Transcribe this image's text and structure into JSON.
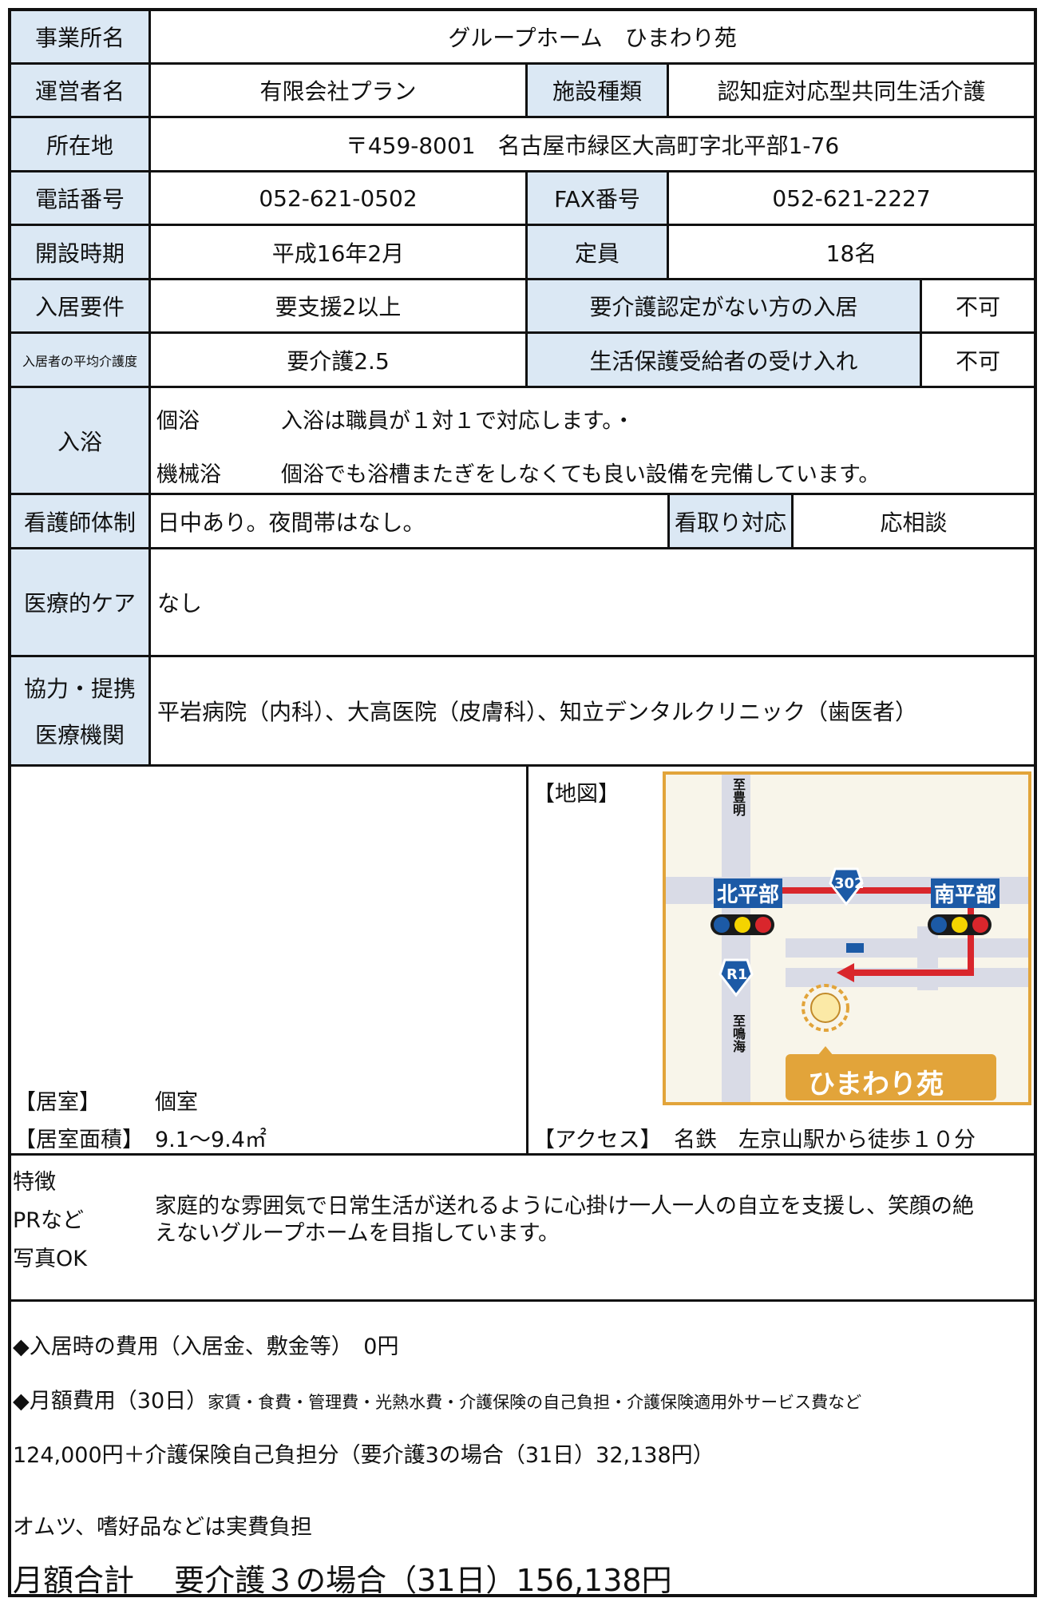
{
  "facility": {
    "name_label": "事業所名",
    "name_value": "グループホーム　ひまわり苑",
    "operator_label": "運営者名",
    "operator_value": "有限会社プラン",
    "type_label": "施設種類",
    "type_value": "認知症対応型共同生活介護",
    "address_label": "所在地",
    "address_value": "〒459-8001　名古屋市緑区大高町字北平部1-76",
    "phone_label": "電話番号",
    "phone_value": "052-621-0502",
    "fax_label": "FAX番号",
    "fax_value": "052-621-2227",
    "opened_label": "開設時期",
    "opened_value": "平成16年2月",
    "capacity_label": "定員",
    "capacity_value": "18名",
    "req_label": "入居要件",
    "req_value": "要支援2以上",
    "no_cert_label": "要介護認定がない方の入居",
    "no_cert_value": "不可",
    "avg_care_label": "入居者の平均介護度",
    "avg_care_value": "要介護2.5",
    "welfare_label": "生活保護受給者の受け入れ",
    "welfare_value": "不可",
    "bath_label": "入浴",
    "bath_private_label": "個浴",
    "bath_private_text": "入浴は職員が１対１で対応します。・",
    "bath_machine_label": "機械浴",
    "bath_machine_text": "個浴でも浴槽またぎをしなくても良い設備を完備しています。",
    "nurse_label": "看護師体制",
    "nurse_value": "日中あり。夜間帯はなし。",
    "endoflife_label": "看取り対応",
    "endoflife_value": "応相談",
    "medical_label": "医療的ケア",
    "medical_value": "なし",
    "partner_label_1": "協力・提携",
    "partner_label_2": "医療機関",
    "partner_value": "平岩病院（内科）、大高医院（皮膚科）、知立デンタルクリニック（歯医者）",
    "room_label": "【居室】",
    "room_value": "個室",
    "room_area_label": "【居室面積】",
    "room_area_value": "9.1～9.4㎡",
    "map_label": "【地図】",
    "access_label": "【アクセス】",
    "access_value": "名鉄　左京山駅から徒歩１０分",
    "pr_label_1": "特徴",
    "pr_label_2": "PRなど",
    "pr_label_3": "写真OK",
    "pr_text_1": "家庭的な雰囲気で日常生活が送れるように心掛け一人一人の自立を支援し、笑顔の絶",
    "pr_text_2": "えないグループホームを目指しています。"
  },
  "map": {
    "north_dest": "至豊明",
    "south_dest": "至鳴海",
    "signal_west": "北平部",
    "signal_east": "南平部",
    "route_302": "302",
    "route_r1": "R1",
    "logo_text": "ひまわり苑",
    "colors": {
      "frame": "#e2a43a",
      "road": "#d9dbe6",
      "route": "#d9262c",
      "sign": "#1c5aa6",
      "logo": "#e2a43a"
    }
  },
  "costs": {
    "entry": "◆入居時の費用（入居金、敷金等）　0円",
    "monthly_head": "◆月額費用（30日）",
    "monthly_detail": "家賃・食費・管理費・光熱水費・介護保険の自己負担・介護保険適用外サービス費など",
    "monthly_amount": "124,000円＋介護保険自己負担分（要介護3の場合（31日）32,138円）",
    "actual": "オムツ、嗜好品などは実費負担",
    "total": "月額合計　 要介護３の場合（31日）156,138円"
  }
}
